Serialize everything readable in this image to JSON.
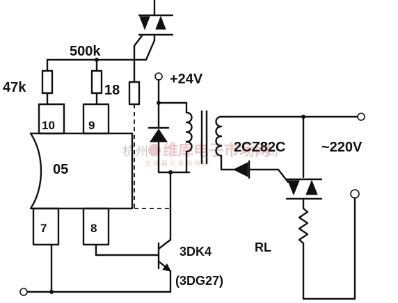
{
  "diagram": {
    "components": {
      "r500k": "500k",
      "r47k": "47k",
      "r18": "18",
      "supply_dc": "+24V",
      "ic": "05",
      "pin10": "10",
      "pin9": "9",
      "pin7": "7",
      "pin8": "8",
      "rectifier": "2CZ82C",
      "supply_ac": "~220V",
      "transistor": "3DK4",
      "transistor_alt": "(3DG27)",
      "load": "RL"
    },
    "watermark": {
      "brand": "维库电子市场网",
      "left_char": "杭",
      "left_char2": "州",
      "right_char": "司",
      "sub": "全 球 最 大 采 购 网 站"
    }
  }
}
